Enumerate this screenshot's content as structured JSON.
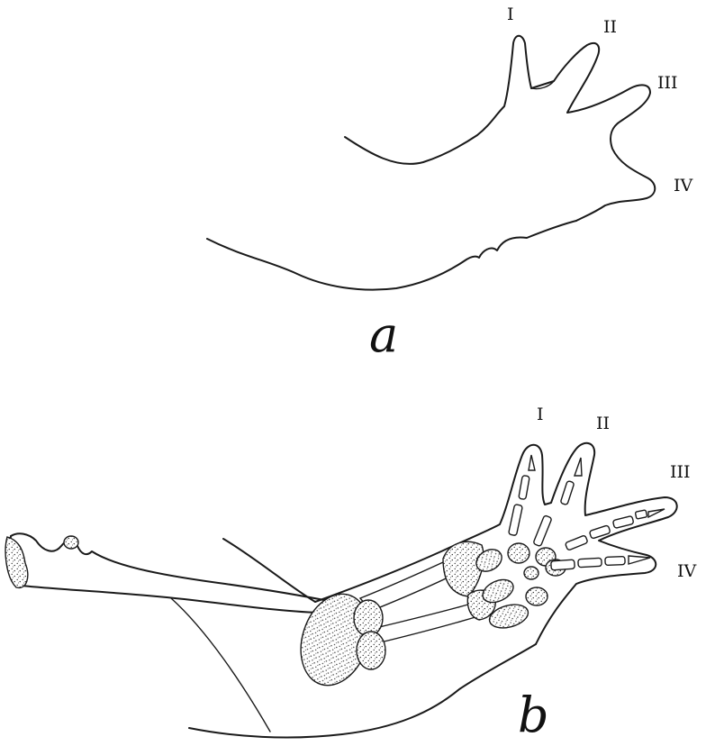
{
  "panel_a": {
    "letter": "a",
    "digits": [
      "I",
      "II",
      "III",
      "IV"
    ]
  },
  "panel_b": {
    "letter": "b",
    "digits": [
      "I",
      "II",
      "III",
      "IV"
    ]
  },
  "colors": {
    "ink": "#1a1a1a",
    "background": "#ffffff",
    "stipple": "#333333"
  }
}
